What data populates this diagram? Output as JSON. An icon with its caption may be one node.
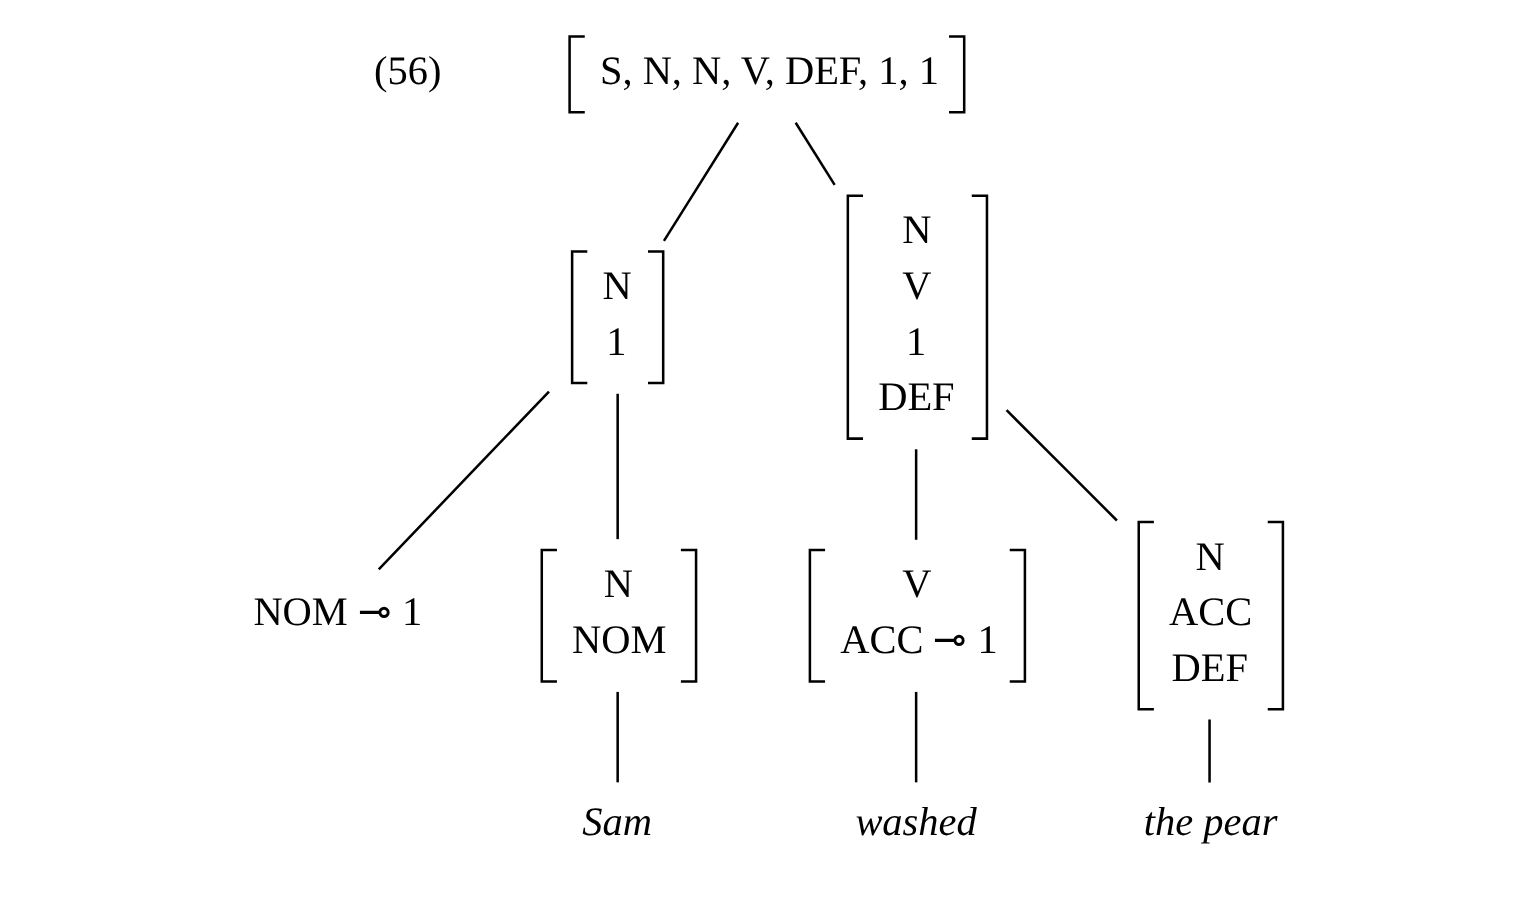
{
  "diagram": {
    "nodes": [
      {
        "text": [
          "S, N, N, V, DEF, 1, 1"
        ]
      },
      {
        "text": [
          "N",
          "1"
        ]
      },
      {
        "text": [
          "N",
          "V",
          "1",
          "DEF"
        ]
      },
      {
        "text": [
          "NOM ⊸ 1"
        ]
      },
      {
        "text": [
          "N",
          "NOM"
        ]
      },
      {
        "text": [
          "Sam"
        ]
      },
      {
        "text": [
          "V",
          "ACC ⊸ 1"
        ]
      },
      {
        "text": [
          "N",
          "ACC",
          "DEF"
        ]
      },
      {
        "text": [
          "washed"
        ]
      },
      {
        "text": [
          "the pear"
        ]
      }
    ],
    "edges": [
      {
        "from": 0,
        "to": 1,
        "arrow": "none"
      },
      {
        "from": 0,
        "to": 2,
        "arrow": "none"
      },
      {
        "from": 1,
        "to": 3,
        "arrow": "none"
      },
      {
        "from": 1,
        "to": 4,
        "arrow": "none"
      },
      {
        "from": 4,
        "to": 5,
        "arrow": "none"
      },
      {
        "from": 2,
        "to": 6,
        "arrow": "none"
      },
      {
        "from": 2,
        "to": 7,
        "arrow": "none"
      },
      {
        "from": 6,
        "to": 8,
        "arrow": "none"
      },
      {
        "from": 7,
        "to": 9,
        "arrow": "none"
      }
    ],
    "labels": [
      "(56)"
    ]
  }
}
